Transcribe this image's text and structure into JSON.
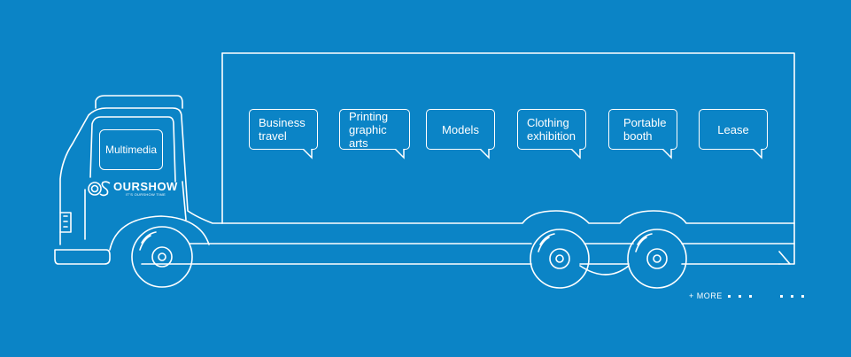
{
  "colors": {
    "background": "#0b84c6",
    "line": "#ffffff"
  },
  "cab": {
    "label": "Multimedia"
  },
  "logo": {
    "brand_bold": "OURSHOW",
    "tagline": "IT'S OURSHOW TIME",
    "icon": "os-monogram-icon"
  },
  "services": [
    {
      "label": "Business travel"
    },
    {
      "label": "Printing graphic arts"
    },
    {
      "label": "Models"
    },
    {
      "label": "Clothing exhibition"
    },
    {
      "label": "Portable booth"
    },
    {
      "label": "Lease"
    }
  ],
  "more": {
    "label": "+ MORE"
  }
}
